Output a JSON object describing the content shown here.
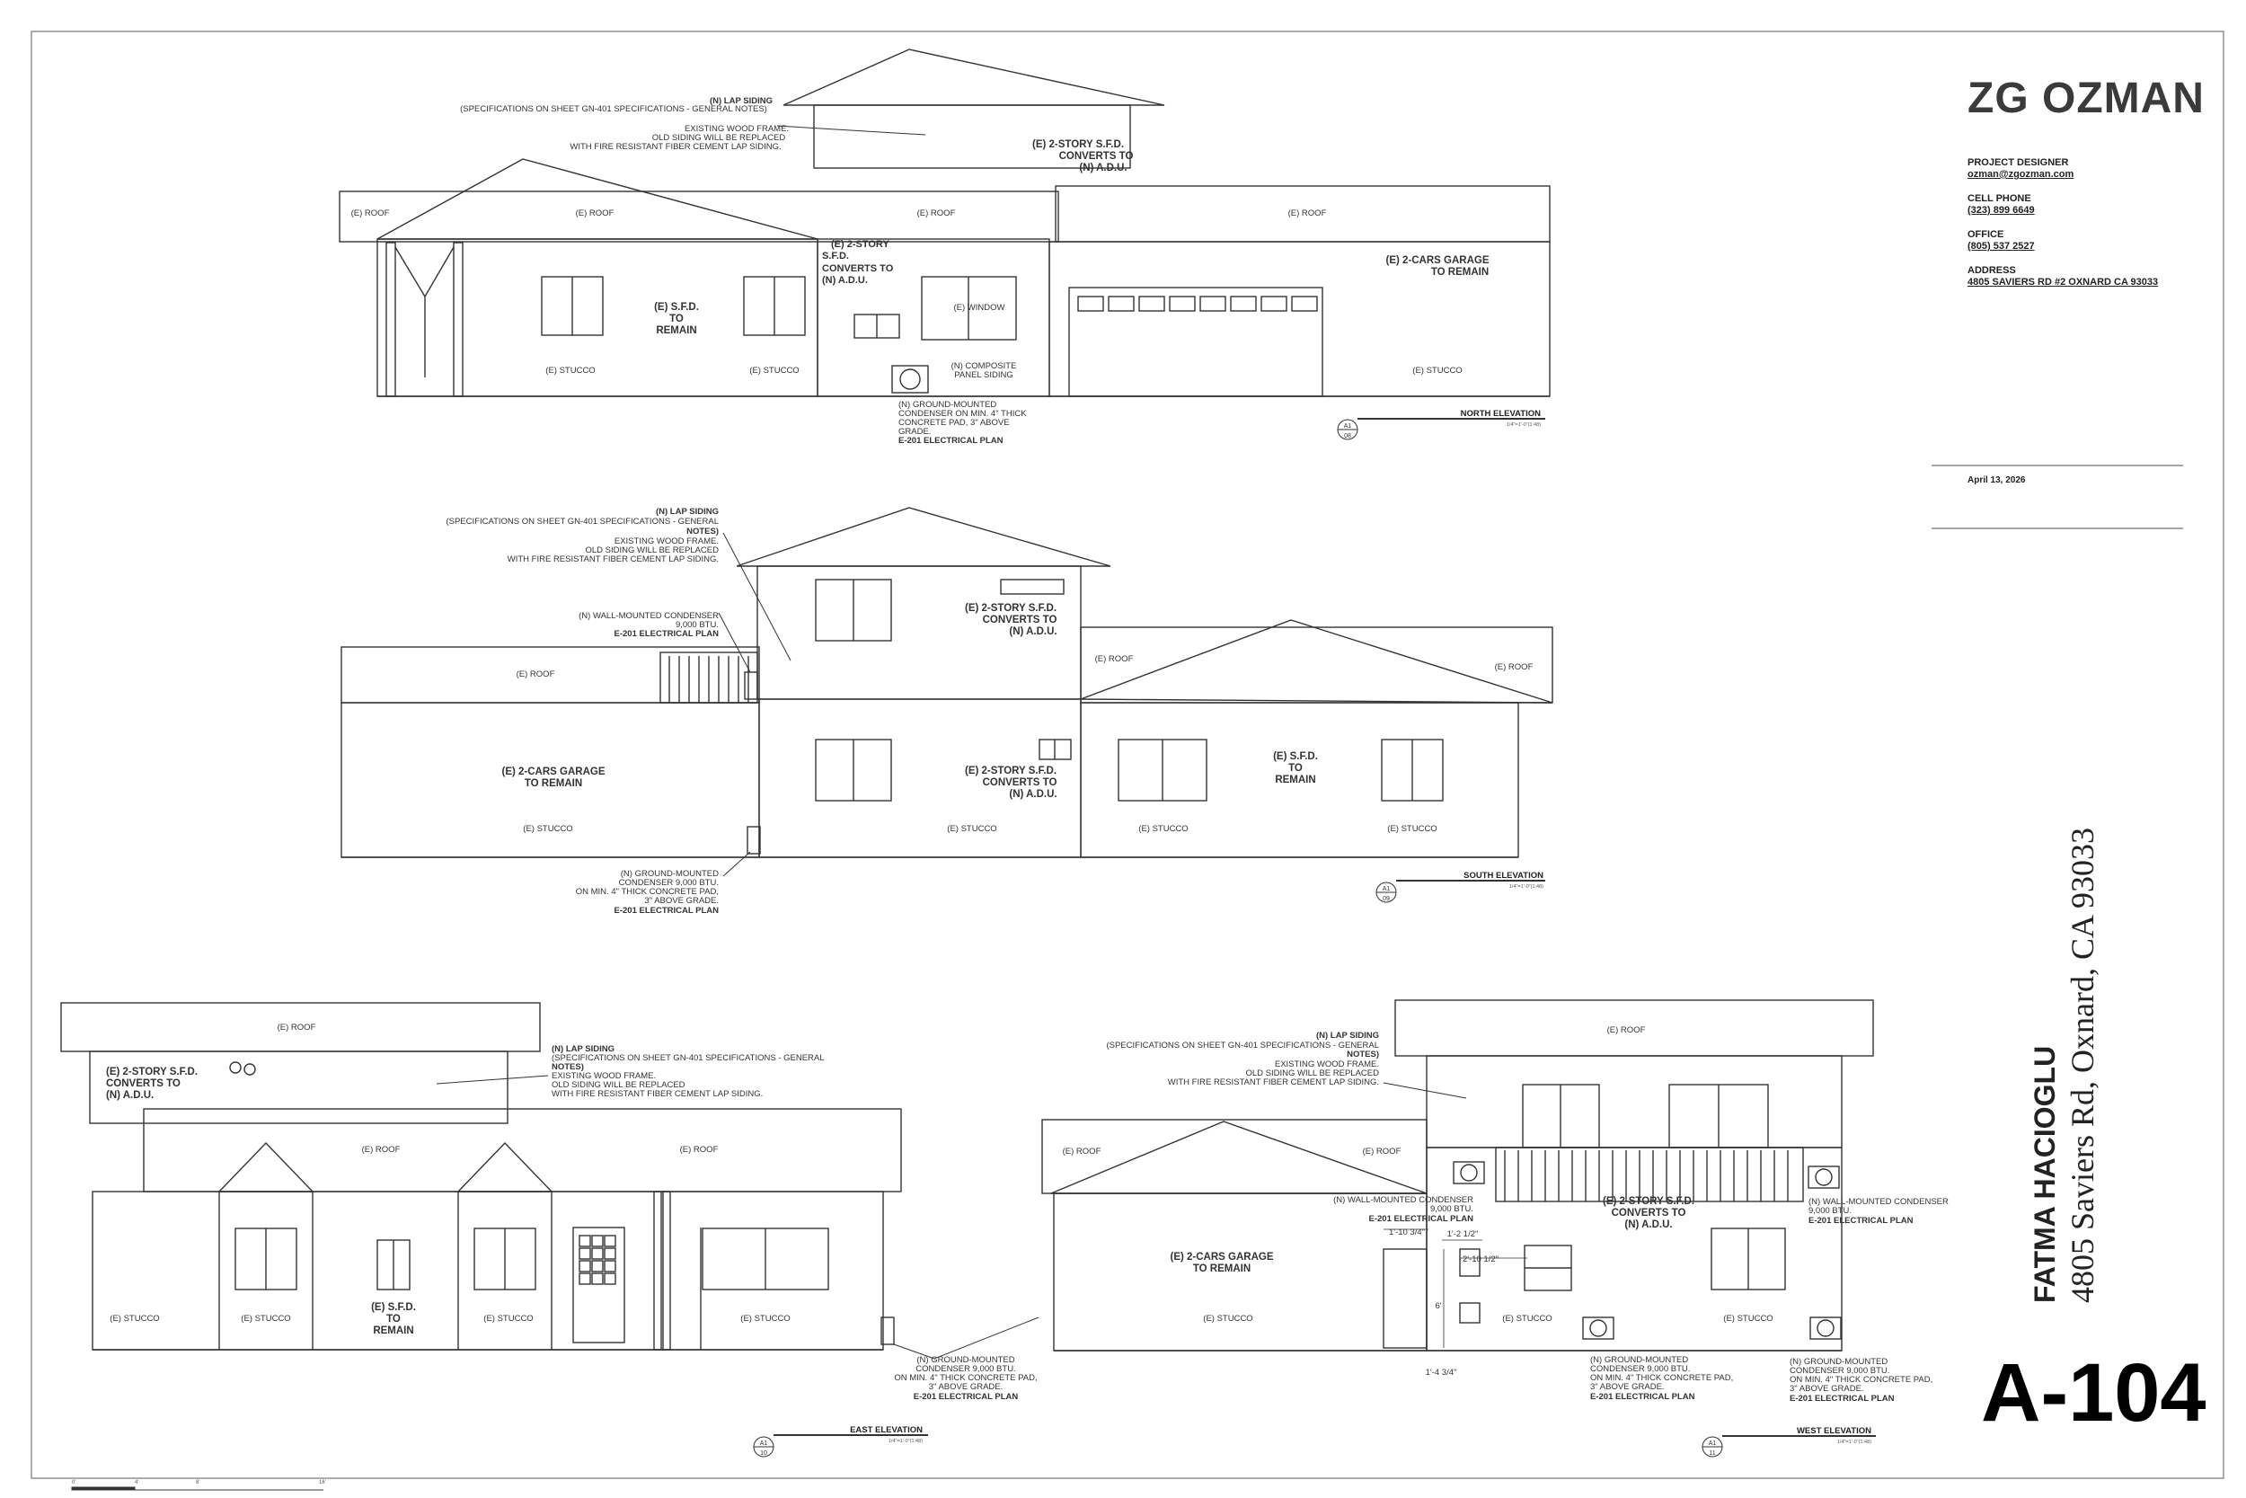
{
  "firm": {
    "name": "ZG OZMAN",
    "designer_label": "PROJECT DESIGNER",
    "email": "ozman@zgozman.com",
    "phone_label": "CELL PHONE",
    "phone": "(323) 899 6649",
    "office_label": "OFFICE",
    "office": "(805) 537 2527",
    "address_label": "ADDRESS",
    "address": "4805 SAVIERS RD #2 OXNARD CA 93033"
  },
  "date": "April 13, 2026",
  "owner": {
    "name": "FATMA HACIOGLU",
    "address": "4805 Saviers Rd, Oxnard, CA 93033"
  },
  "sheet_number": "A-104",
  "scale_ticks": [
    "0'",
    "4'",
    "8'",
    "16'"
  ],
  "north": {
    "title": "NORTH ELEVATION",
    "scale": "1/4\"=1'-0\"(1:48)",
    "callout": "A1",
    "num": "08",
    "lap_siding": "(N) LAP SIDING",
    "spec_note": "(SPECIFICATIONS ON SHEET GN-401 SPECIFICATIONS - GENERAL NOTES)",
    "frame_1": "EXISTING WOOD FRAME.",
    "frame_2": "OLD SIDING WILL BE REPLACED",
    "frame_3": "WITH FIRE RESISTANT FIBER CEMENT LAP SIDING.",
    "adu_1": "(E) 2-STORY S.F.D.",
    "adu_2": "CONVERTS TO",
    "adu_3": "(N) A.D.U.",
    "roof": "(E) ROOF",
    "adu_small_1": "(E) 2-STORY",
    "adu_small_2": "S.F.D.",
    "adu_small_3": "CONVERTS TO",
    "adu_small_4": "(N) A.D.U.",
    "sfd_1": "(E) S.F.D.",
    "sfd_2": "TO",
    "sfd_3": "REMAIN",
    "window": "(E) WINDOW",
    "garage_1": "(E) 2-CARS GARAGE",
    "garage_2": "TO REMAIN",
    "stucco": "(E) STUCCO",
    "composite_1": "(N) COMPOSITE",
    "composite_2": "PANEL SIDING",
    "cond_1": "(N) GROUND-MOUNTED",
    "cond_2": "CONDENSER ON MIN. 4\" THICK",
    "cond_3": "CONCRETE PAD, 3\" ABOVE",
    "cond_4": "GRADE.",
    "cond_5": "E-201 ELECTRICAL PLAN"
  },
  "south": {
    "title": "SOUTH ELEVATION",
    "scale": "1/4\"=1'-0\"(1:48)",
    "callout": "A1",
    "num": "09",
    "lap_siding": "(N) LAP SIDING",
    "spec_1": "(SPECIFICATIONS ON SHEET GN-401 SPECIFICATIONS - GENERAL",
    "spec_2": "NOTES)",
    "frame_1": "EXISTING WOOD FRAME.",
    "frame_2": "OLD SIDING WILL BE REPLACED",
    "frame_3": "WITH FIRE RESISTANT FIBER CEMENT LAP SIDING.",
    "wall_1": "(N) WALL-MOUNTED CONDENSER",
    "wall_2": "9,000 BTU.",
    "wall_3": "E-201 ELECTRICAL PLAN",
    "roof": "(E) ROOF",
    "adu_1": "(E) 2-STORY S.F.D.",
    "adu_2": "CONVERTS TO",
    "adu_3": "(N) A.D.U.",
    "garage_1": "(E) 2-CARS GARAGE",
    "garage_2": "TO REMAIN",
    "sfd_1": "(E) S.F.D.",
    "sfd_2": "TO",
    "sfd_3": "REMAIN",
    "stucco": "(E) STUCCO",
    "gc_1": "(N) GROUND-MOUNTED",
    "gc_2": "CONDENSER 9,000 BTU.",
    "gc_3": "ON MIN. 4\" THICK CONCRETE PAD,",
    "gc_4": "3\" ABOVE GRADE.",
    "gc_5": "E-201 ELECTRICAL PLAN"
  },
  "east": {
    "title": "EAST ELEVATION",
    "scale": "1/4\"=1'-0\"(1:48)",
    "callout": "A1",
    "num": "10",
    "roof": "(E) ROOF",
    "adu_1": "(E) 2-STORY S.F.D.",
    "adu_2": "CONVERTS TO",
    "adu_3": "(N) A.D.U.",
    "lap_siding": "(N) LAP SIDING",
    "spec_1": "(SPECIFICATIONS ON SHEET GN-401 SPECIFICATIONS - GENERAL",
    "spec_2": "NOTES)",
    "frame_1": "EXISTING WOOD FRAME.",
    "frame_2": "OLD SIDING WILL BE REPLACED",
    "frame_3": "WITH FIRE RESISTANT FIBER CEMENT LAP SIDING.",
    "stucco": "(E) STUCCO",
    "sfd_1": "(E) S.F.D.",
    "sfd_2": "TO",
    "sfd_3": "REMAIN",
    "gc_1": "(N) GROUND-MOUNTED",
    "gc_2": "CONDENSER 9,000 BTU.",
    "gc_3": "ON MIN. 4\" THICK CONCRETE PAD,",
    "gc_4": "3\" ABOVE GRADE.",
    "gc_5": "E-201 ELECTRICAL PLAN"
  },
  "west": {
    "title": "WEST ELEVATION",
    "scale": "1/4\"=1'-0\"(1:48)",
    "callout": "A1",
    "num": "11",
    "roof": "(E) ROOF",
    "spec_1": "(SPECIFICATIONS ON SHEET GN-401 SPECIFICATIONS - GENERAL",
    "spec_2": "NOTES)",
    "lap_siding": "(N) LAP SIDING",
    "frame_1": "EXISTING WOOD FRAME.",
    "frame_2": "OLD SIDING WILL BE REPLACED",
    "frame_3": "WITH FIRE RESISTANT FIBER CEMENT LAP SIDING.",
    "wall_1": "(N) WALL-MOUNTED CONDENSER",
    "wall_2": "9,000 BTU.",
    "wall_3": "E-201 ELECTRICAL PLAN",
    "dim_1": "1'-10 3/4\"",
    "dim_2": "1'-2 1/2\"",
    "dim_3": "2'-10 1/2\"",
    "dim_4": "6'",
    "dim_5": "1'-4 3/4\"",
    "adu_1": "(E) 2-STORY S.F.D.",
    "adu_2": "CONVERTS TO",
    "adu_3": "(N) A.D.U.",
    "garage_1": "(E) 2-CARS GARAGE",
    "garage_2": "TO REMAIN",
    "stucco": "(E) STUCCO",
    "gc_1": "(N) GROUND-MOUNTED",
    "gc_2": "CONDENSER 9,000 BTU.",
    "gc_3": "ON MIN. 4\" THICK CONCRETE PAD,",
    "gc_4": "3\" ABOVE GRADE.",
    "gc_5": "E-201 ELECTRICAL PLAN"
  }
}
